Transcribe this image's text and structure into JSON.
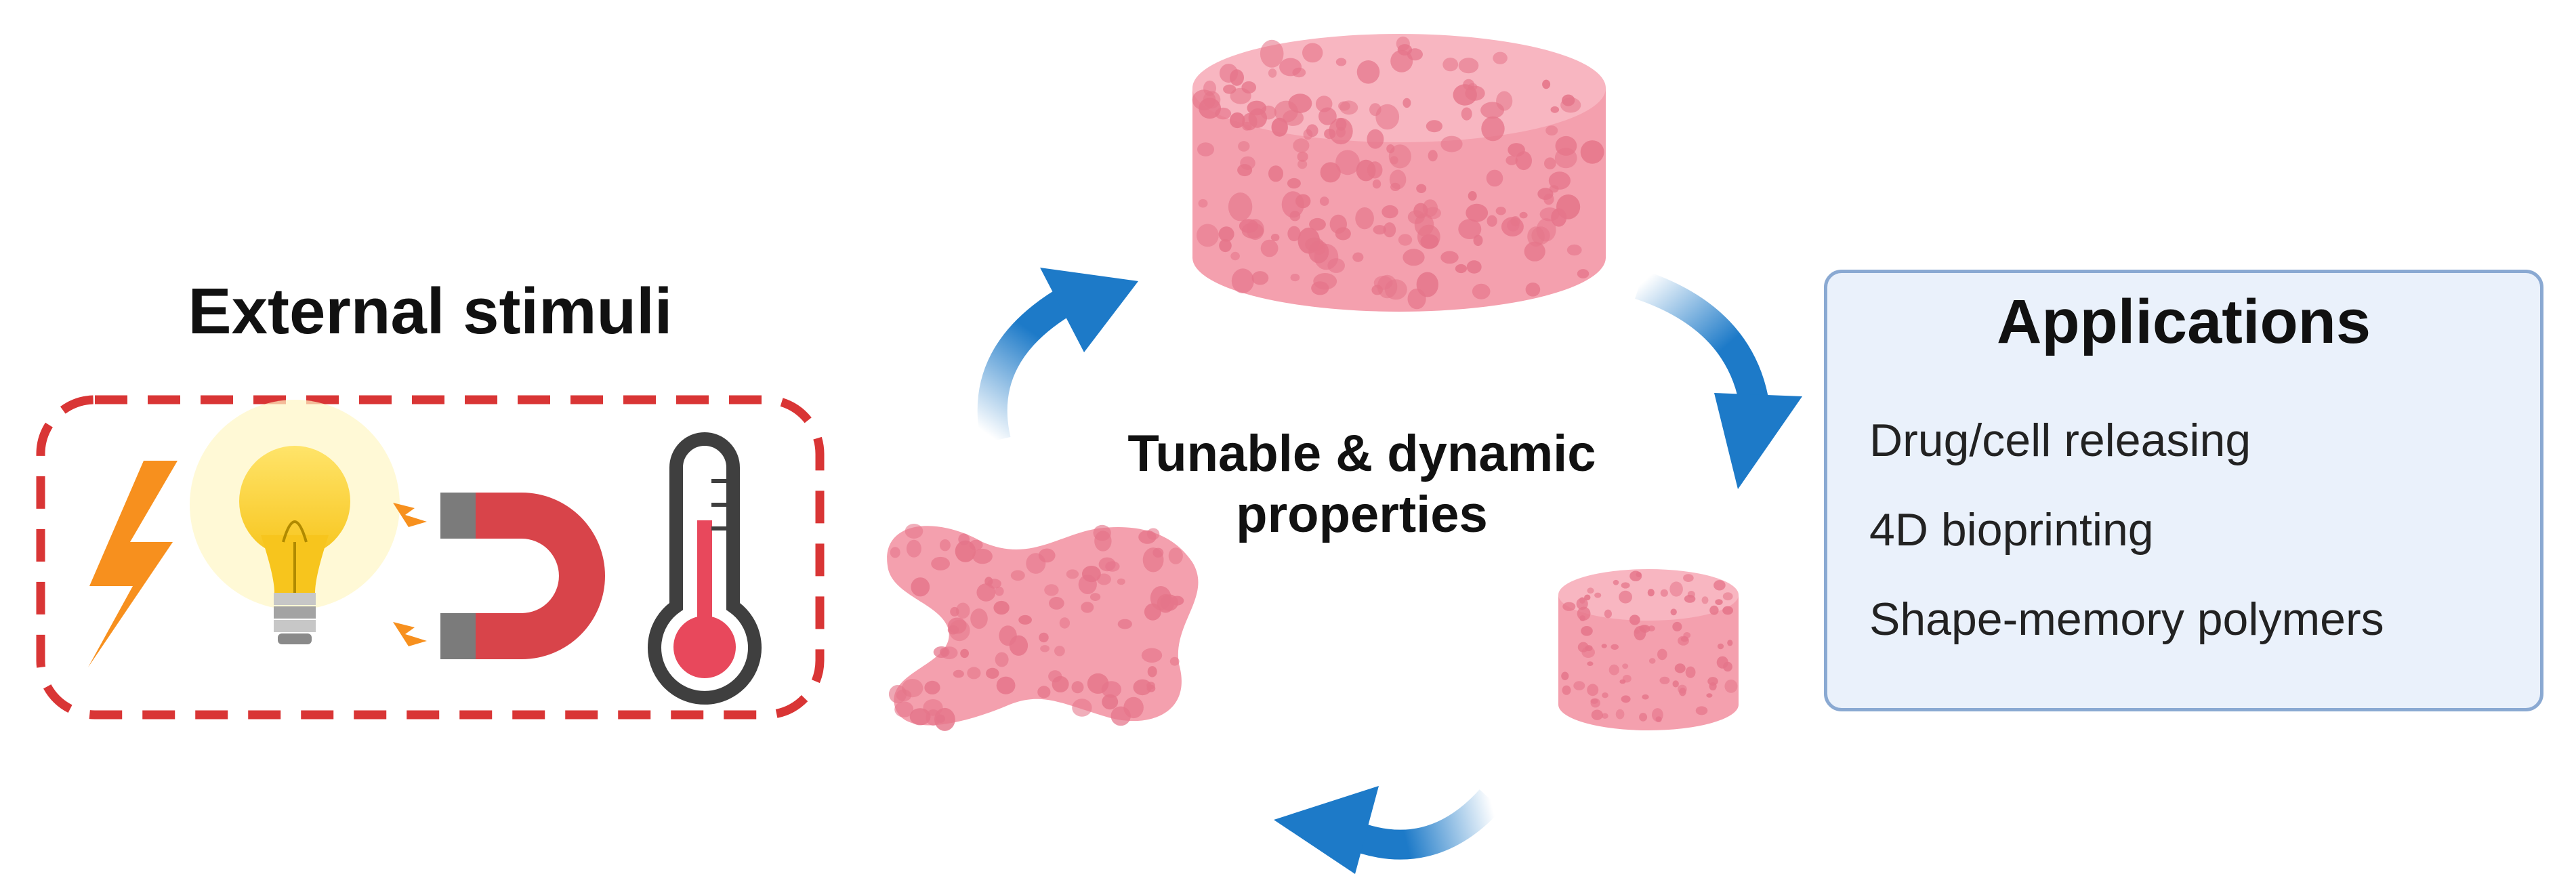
{
  "stimuli": {
    "title": "External stimuli",
    "frame_color": "#d93535",
    "icons": [
      {
        "name": "lightning-bolt-icon",
        "color": "#f7901e"
      },
      {
        "name": "light-bulb-icon",
        "color": "#fdd13a"
      },
      {
        "name": "magnet-icon",
        "color": "#d8444a"
      },
      {
        "name": "thermometer-icon",
        "color": "#e8485c"
      }
    ]
  },
  "cycle": {
    "label_line1": "Tunable & dynamic",
    "label_line2": "properties",
    "arrow_color": "#1d7ac8",
    "scaffold_color": "#f4a0ae",
    "scaffold_pore_color": "#e5758a",
    "states": [
      "cylindrical-scaffold",
      "compressed-scaffold",
      "deformed-scaffold"
    ]
  },
  "applications": {
    "title": "Applications",
    "items": [
      "Drug/cell releasing",
      "4D bioprinting",
      "Shape-memory polymers"
    ],
    "box_fill": "#eaf1fb",
    "box_border": "#8aa9d2"
  }
}
